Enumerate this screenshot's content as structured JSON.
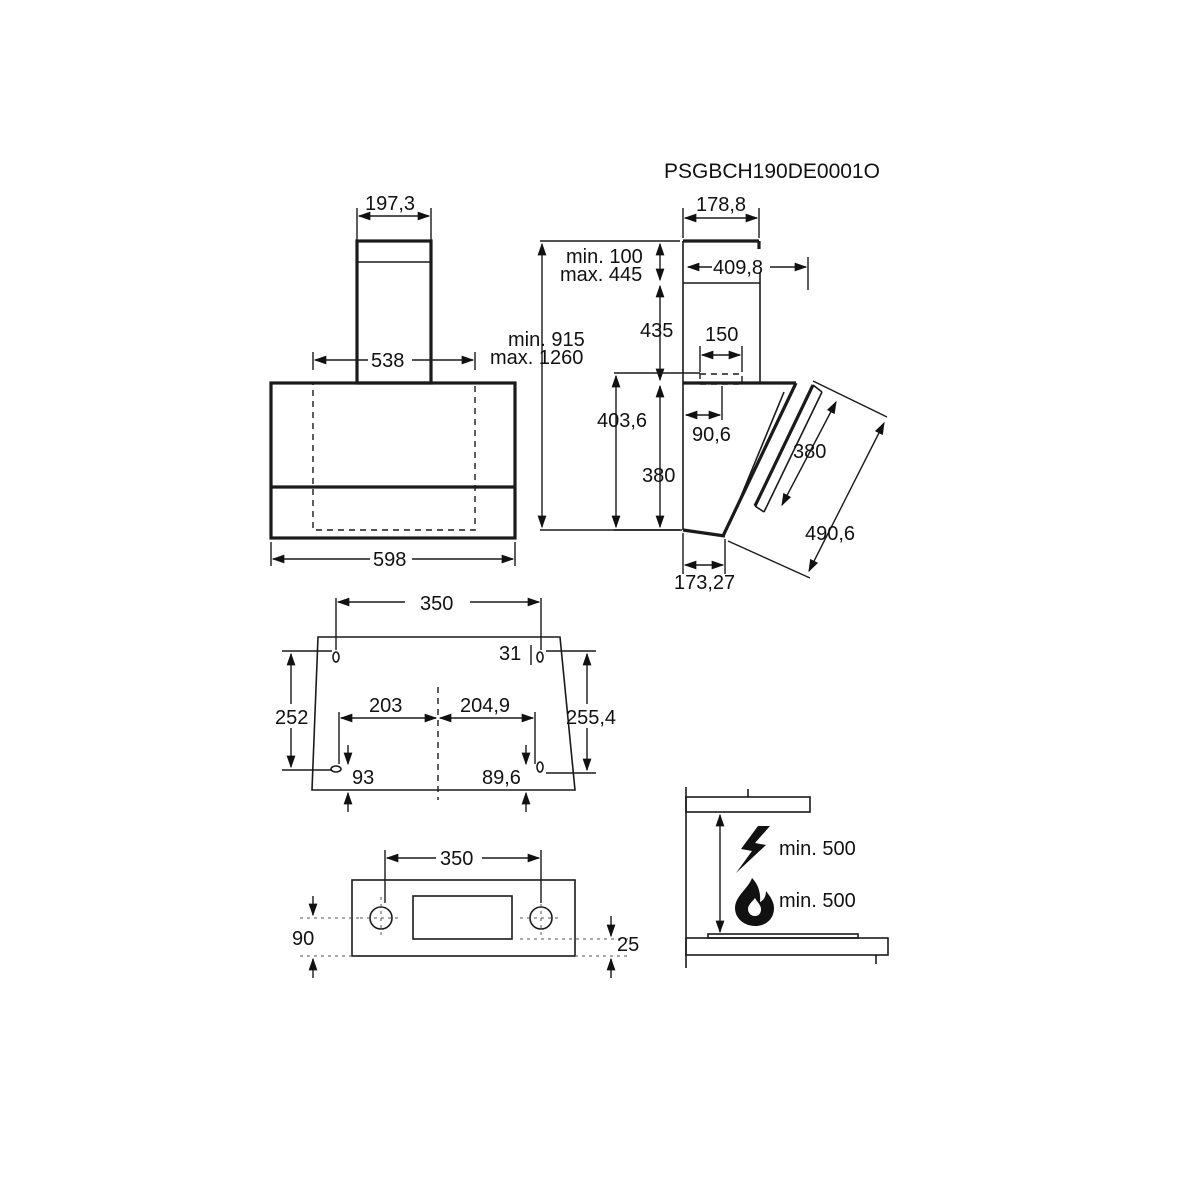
{
  "model_code": "PSGBCH190DE0001O",
  "front_view": {
    "chimney_width": "197,3",
    "inner_width": "538",
    "total_width": "598"
  },
  "side_view": {
    "chimney_depth": "178,8",
    "upper_gap_min": "min. 100",
    "upper_gap_max": "max. 445",
    "chimney_offset": "409,8",
    "total_height_min": "min. 915",
    "total_height_max": "max. 1260",
    "chimney_lower": "435",
    "outlet_width": "150",
    "body_height": "403,6",
    "outlet_offset": "90,6",
    "canopy_height": "380",
    "panel_length": "380",
    "panel_depth": "490,6",
    "bottom_depth": "173,27"
  },
  "bracket_view": {
    "hole_spacing_top": "350",
    "top_hole_offset": "31",
    "left_height": "252",
    "right_height": "255,4",
    "left_half": "203",
    "right_half": "204,9",
    "bottom_left_offset": "93",
    "bottom_right_offset": "89,6"
  },
  "bottom_view": {
    "hole_spacing": "350",
    "left_offset": "90",
    "right_offset": "25"
  },
  "clearance": {
    "electric_hob": "min. 500",
    "gas_hob": "min. 500",
    "icons": [
      "lightning-icon",
      "flame-icon"
    ]
  }
}
